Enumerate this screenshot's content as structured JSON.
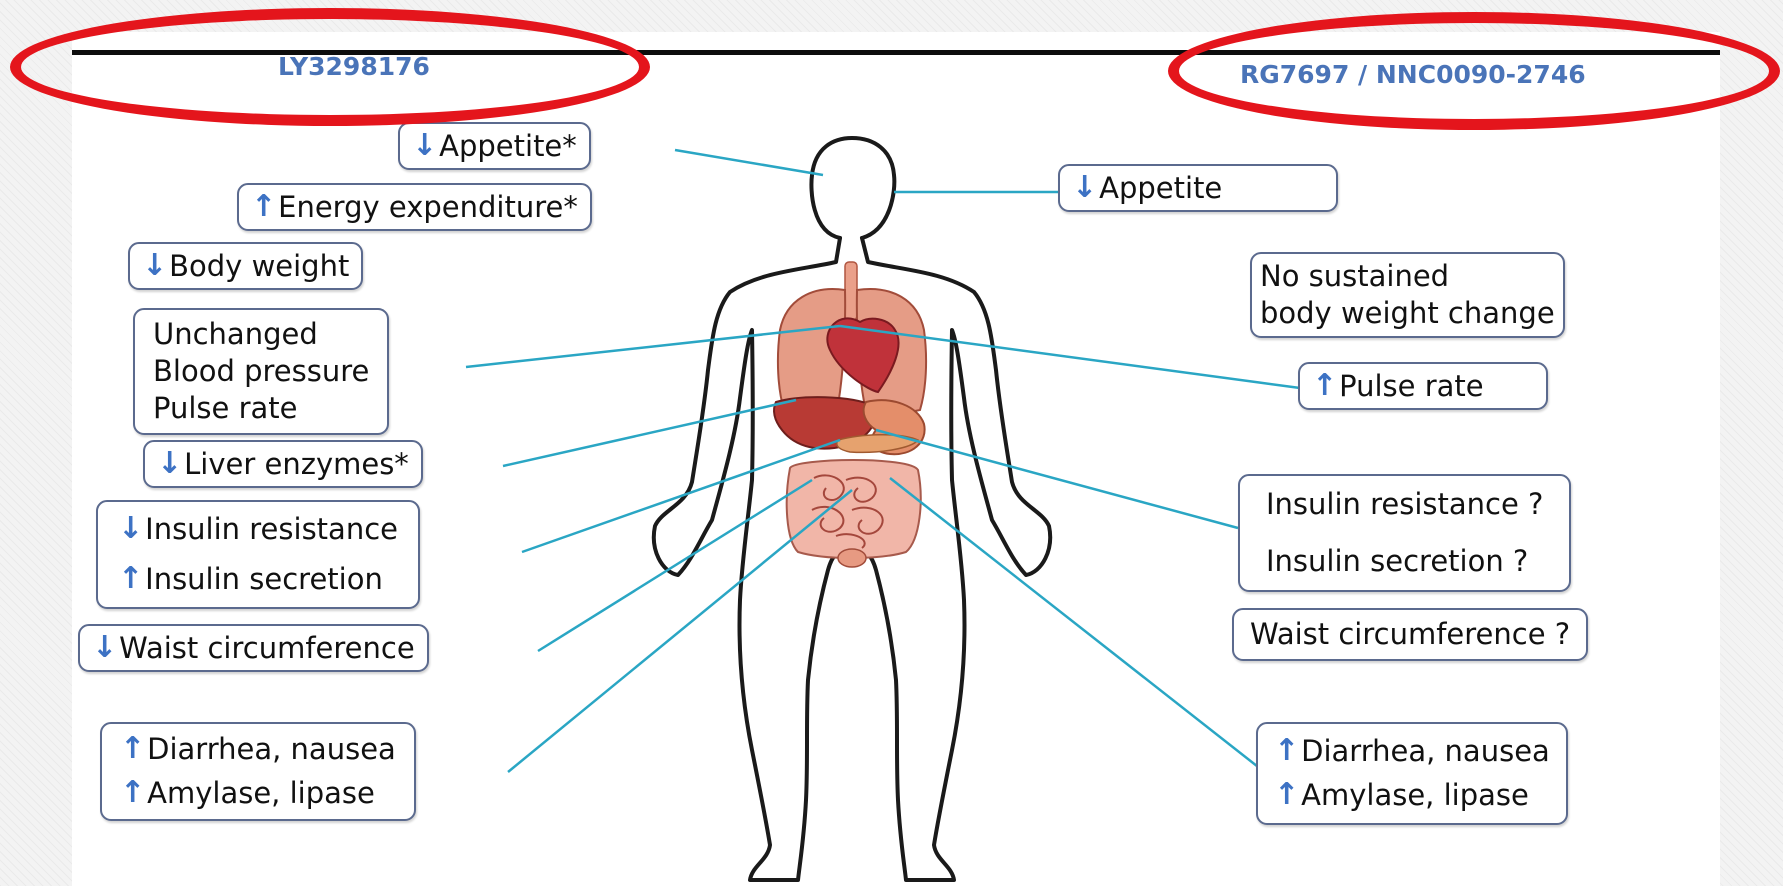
{
  "header": {
    "left_drug": "LY3298176",
    "right_drug": "RG7697 / NNC0090-2746",
    "highlight_color": "#e4151c",
    "drug_label_color": "#4a74b8"
  },
  "colors": {
    "connector": "#2aa6c4",
    "arrow": "#3d72c4",
    "box_border": "#5b6a8e"
  },
  "left_effects": {
    "appetite": {
      "arrow": "↓",
      "text": "Appetite*"
    },
    "energy": {
      "arrow": "↑",
      "text": "Energy expenditure*"
    },
    "body_weight": {
      "arrow": "↓",
      "text": "Body weight"
    },
    "cardio": {
      "line1": "Unchanged",
      "line2": "Blood pressure",
      "line3": "Pulse rate"
    },
    "liver": {
      "arrow": "↓",
      "text": "Liver enzymes*"
    },
    "insulin": {
      "arrow1": "↓",
      "text1": "Insulin resistance",
      "arrow2": "↑",
      "text2": "Insulin secretion"
    },
    "waist": {
      "arrow": "↓",
      "text": "Waist circumference"
    },
    "gi": {
      "arrow1": "↑",
      "text1": "Diarrhea, nausea",
      "arrow2": "↑",
      "text2": "Amylase, lipase"
    }
  },
  "right_effects": {
    "appetite": {
      "arrow": "↓",
      "text": "Appetite"
    },
    "weight": {
      "line1": "No sustained",
      "line2": "body weight change"
    },
    "pulse": {
      "arrow": "↑",
      "text": "Pulse rate"
    },
    "insulin": {
      "text1": "Insulin resistance ?",
      "text2": "Insulin secretion ?"
    },
    "waist": {
      "text": "Waist circumference ?"
    },
    "gi": {
      "arrow1": "↑",
      "text1": "Diarrhea, nausea",
      "arrow2": "↑",
      "text2": "Amylase, lipase"
    }
  }
}
